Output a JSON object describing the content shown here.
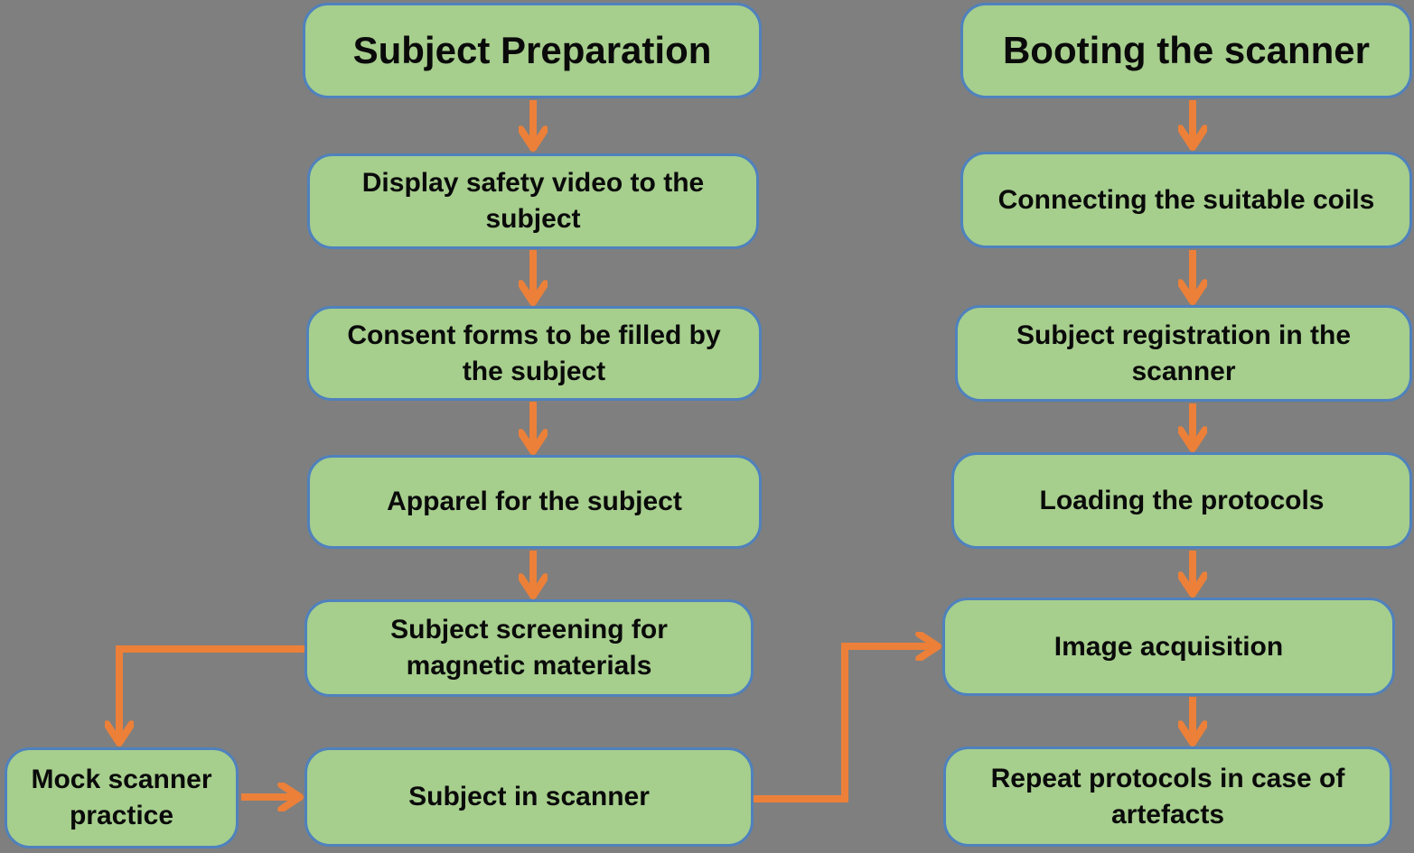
{
  "colors": {
    "background": "#7f7f7f",
    "node_fill": "#a6ce8d",
    "node_border": "#4f81bd",
    "arrow": "#ec8039",
    "text": "#0a0a0a"
  },
  "nodes": {
    "subject_preparation": {
      "label": "Subject Preparation",
      "role": "section-header"
    },
    "display_safety_video": {
      "label": "Display safety video to the\nsubject"
    },
    "consent_forms": {
      "label": "Consent forms to be filled by\nthe subject"
    },
    "apparel": {
      "label": "Apparel for the subject"
    },
    "subject_screening": {
      "label": "Subject screening for\nmagnetic materials"
    },
    "mock_scanner_practice": {
      "label": "Mock scanner\npractice"
    },
    "subject_in_scanner": {
      "label": "Subject in scanner"
    },
    "booting_scanner": {
      "label": "Booting the scanner",
      "role": "section-header"
    },
    "connecting_coils": {
      "label": "Connecting the suitable coils"
    },
    "subject_registration": {
      "label": "Subject registration in the\nscanner"
    },
    "loading_protocols": {
      "label": "Loading the protocols"
    },
    "image_acquisition": {
      "label": "Image acquisition"
    },
    "repeat_protocols": {
      "label": "Repeat protocols in case of\nartefacts"
    }
  },
  "edges": [
    {
      "from": "subject_preparation",
      "to": "display_safety_video"
    },
    {
      "from": "display_safety_video",
      "to": "consent_forms"
    },
    {
      "from": "consent_forms",
      "to": "apparel"
    },
    {
      "from": "apparel",
      "to": "subject_screening"
    },
    {
      "from": "subject_screening",
      "to": "mock_scanner_practice"
    },
    {
      "from": "mock_scanner_practice",
      "to": "subject_in_scanner"
    },
    {
      "from": "subject_in_scanner",
      "to": "image_acquisition"
    },
    {
      "from": "booting_scanner",
      "to": "connecting_coils"
    },
    {
      "from": "connecting_coils",
      "to": "subject_registration"
    },
    {
      "from": "subject_registration",
      "to": "loading_protocols"
    },
    {
      "from": "loading_protocols",
      "to": "image_acquisition"
    },
    {
      "from": "image_acquisition",
      "to": "repeat_protocols"
    }
  ]
}
